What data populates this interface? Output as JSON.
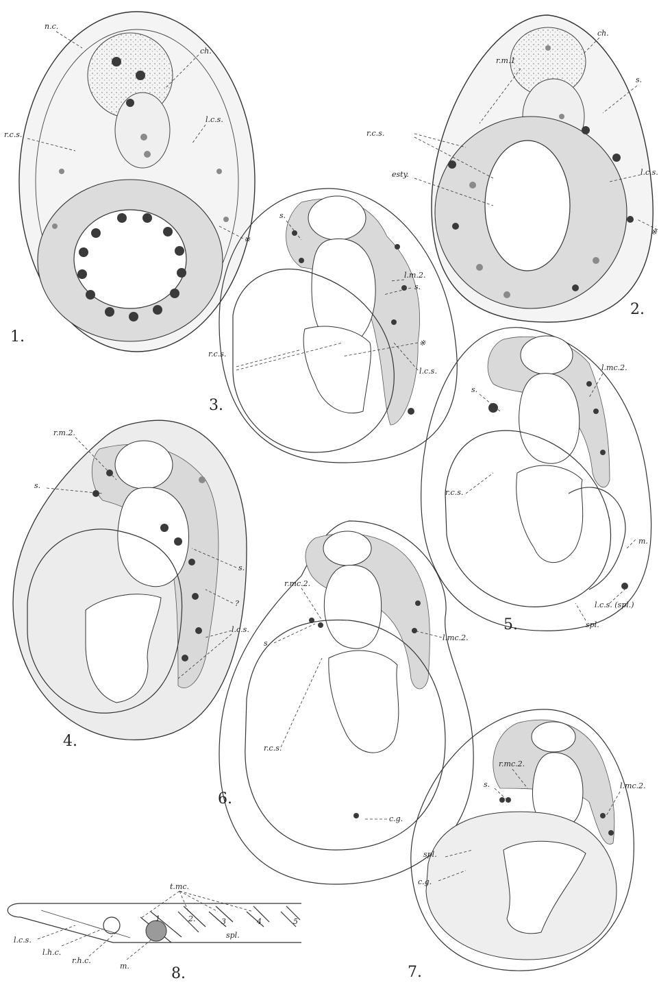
{
  "figures": [
    {
      "number": "1.",
      "labels": [
        "n.c.",
        "ch.",
        "l.c.s.",
        "r.c.s.",
        "※"
      ]
    },
    {
      "number": "2.",
      "labels": [
        "ch.",
        "r.m.1",
        "s.",
        "r.c.s.",
        "l.c.s.",
        "esty.",
        "※"
      ]
    },
    {
      "number": "3.",
      "labels": [
        "s.",
        "l.m.2.",
        "s.",
        "r.c.s.",
        "※",
        "l.c.s."
      ]
    },
    {
      "number": "4.",
      "labels": [
        "r.m.2.",
        "s.",
        "s.",
        "?",
        "l.c.s."
      ]
    },
    {
      "number": "5.",
      "labels": [
        "s.",
        "l.mc.2.",
        "r.c.s.",
        "m.",
        "l.c.s. (spl.)",
        "spl."
      ]
    },
    {
      "number": "6.",
      "labels": [
        "r.mc.2.",
        "s.",
        "l.mc.2.",
        "r.c.s.",
        "c.g."
      ]
    },
    {
      "number": "7.",
      "labels": [
        "r.mc.2.",
        "s.",
        "l.mc.2.",
        "spl.",
        "c.g."
      ]
    },
    {
      "number": "8.",
      "labels": [
        "t.mc.",
        "1",
        "2.",
        "3",
        "4",
        "5",
        "spl.",
        "l.c.s.",
        "l.h.c.",
        "r.h.c.",
        "m."
      ]
    }
  ]
}
